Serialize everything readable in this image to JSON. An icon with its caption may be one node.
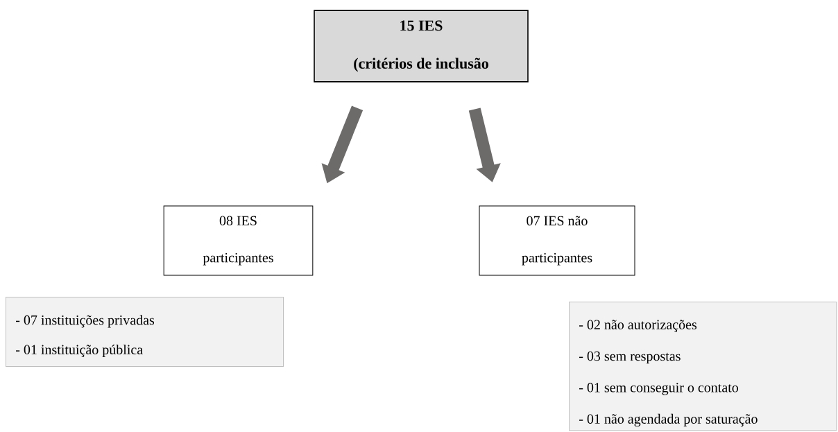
{
  "diagram": {
    "nodes": [
      {
        "text": [
          "15 IES",
          "(critérios de inclusão"
        ]
      },
      {
        "text": [
          "08 IES",
          "participantes"
        ]
      },
      {
        "text": [
          "07 IES não",
          "participantes"
        ]
      },
      {
        "text": [
          "- 07 instituições privadas",
          "- 01 instituição pública"
        ]
      },
      {
        "text": [
          "- 02 não autorizações",
          "- 03 sem respostas",
          "- 01 sem conseguir o contato",
          "- 01 não agendada por saturação"
        ]
      }
    ],
    "edges": [
      {
        "from": 0,
        "to": 1,
        "arrow": "to"
      },
      {
        "from": 0,
        "to": 2,
        "arrow": "to"
      }
    ]
  }
}
